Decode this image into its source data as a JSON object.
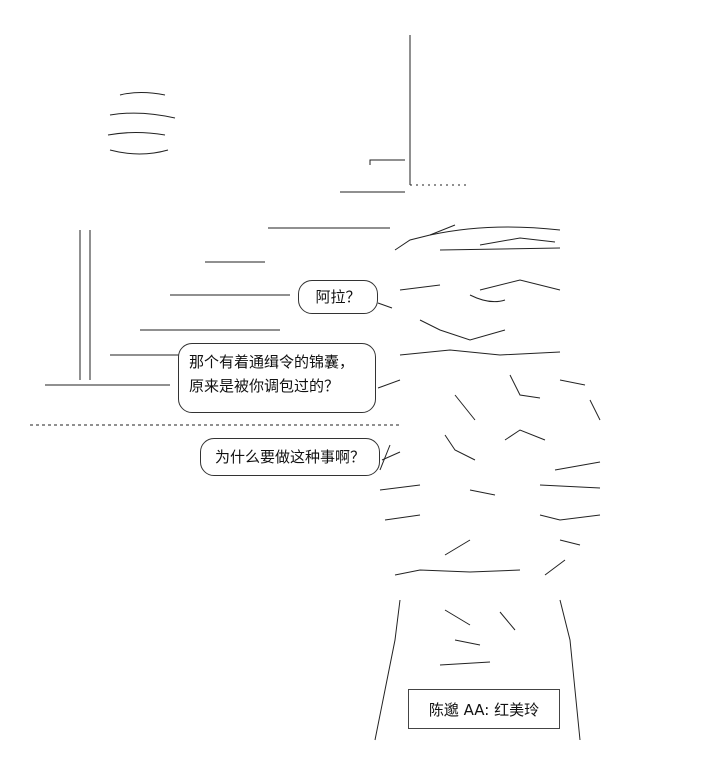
{
  "dialogue": {
    "line1": "阿拉？",
    "line2a": "那个有着通缉令的锦囊，",
    "line2b": "原来是被你调包过的？",
    "line3": "为什么要做这种事啊？"
  },
  "credit": "陈邈 AA: 红美玲"
}
